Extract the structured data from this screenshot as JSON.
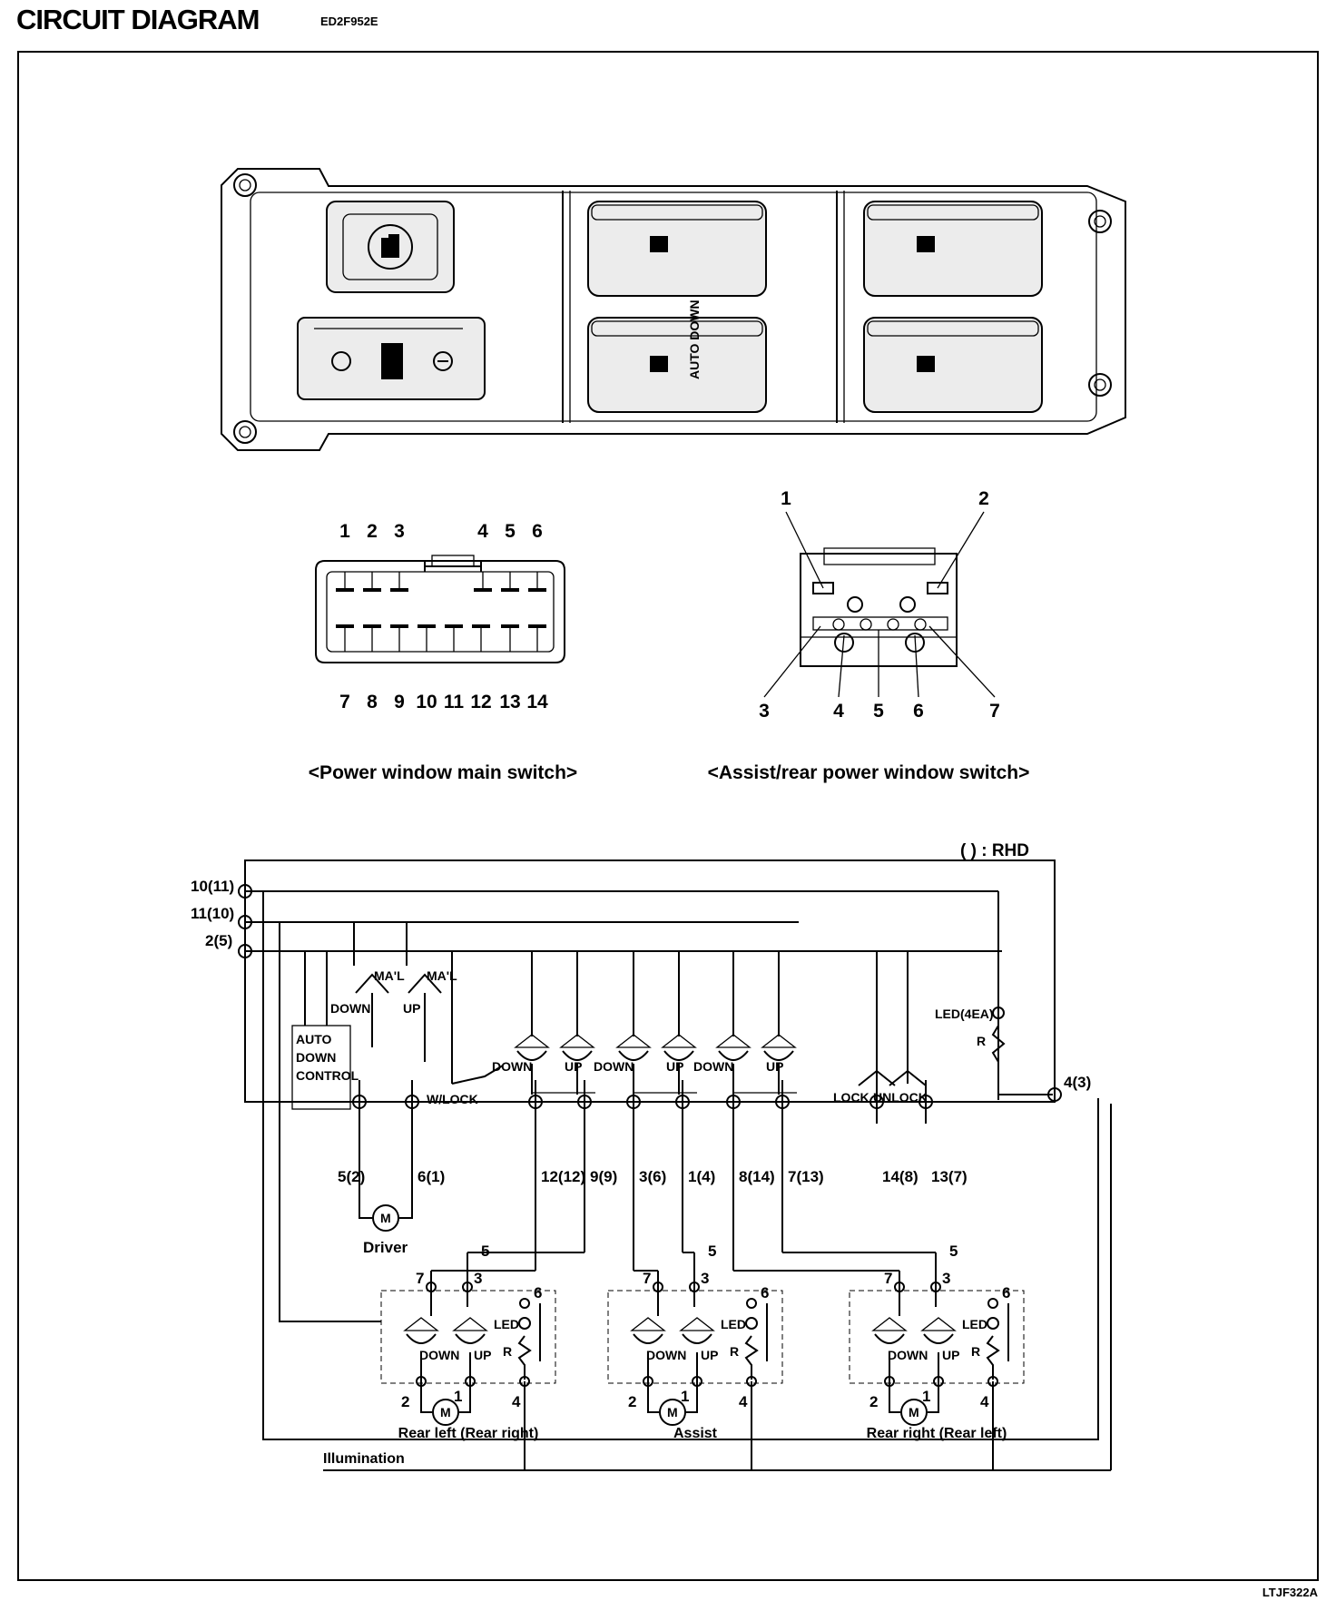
{
  "header": {
    "title": "CIRCUIT DIAGRAM",
    "code": "ED2F952E"
  },
  "switch_panel": {
    "auto_down_label": "AUTO DOWN"
  },
  "main_switch": {
    "caption": "<Power window main switch>",
    "top_pins": [
      "1",
      "2",
      "3",
      "4",
      "5",
      "6"
    ],
    "bottom_pins": [
      "7",
      "8",
      "9",
      "10",
      "11",
      "12",
      "13",
      "14"
    ]
  },
  "assist_switch": {
    "caption": "<Assist/rear power window switch>",
    "pins": [
      "1",
      "2",
      "3",
      "4",
      "5",
      "6",
      "7"
    ]
  },
  "schematic": {
    "rhd_note": "( ) : RHD",
    "left_terminals": [
      "10(11)",
      "11(10)",
      "2(5)"
    ],
    "terminal_right": "4(3)",
    "bottom_terminals": [
      "5(2)",
      "6(1)",
      "12(12)",
      "9(9)",
      "3(6)",
      "1(4)",
      "8(14)",
      "7(13)",
      "14(8)",
      "13(7)"
    ],
    "manual_label": "MA'L",
    "down_label": "DOWN",
    "up_label": "UP",
    "auto_down_control": [
      "AUTO",
      "DOWN",
      "CONTROL"
    ],
    "wlock_label": "W/LOCK",
    "lock_label": "LOCK",
    "unlock_label": "UNLOCK",
    "led_main": "LED(4EA)",
    "led": "LED",
    "resistor": "R",
    "motor": "M",
    "driver_label": "Driver",
    "rear_left_label": "Rear left (Rear right)",
    "assist_label": "Assist",
    "rear_right_label": "Rear right (Rear left)",
    "illumination_label": "Illumination",
    "sub_pins": [
      "7",
      "3",
      "5",
      "6",
      "2",
      "1",
      "4"
    ]
  },
  "footer": {
    "code": "LTJF322A"
  }
}
